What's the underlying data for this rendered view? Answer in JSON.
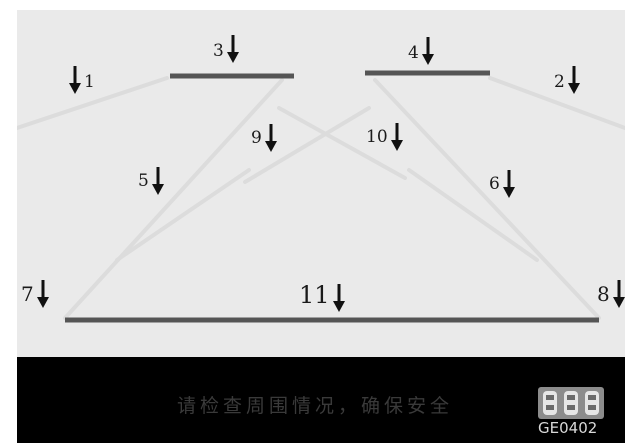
{
  "callouts": {
    "c1": "1",
    "c2": "2",
    "c3": "3",
    "c4": "4",
    "c5": "5",
    "c6": "6",
    "c7": "7",
    "c8": "8",
    "c9": "9",
    "c10": "10",
    "c11": "11"
  },
  "warning_message": "请检查周围情况，确保安全",
  "figure_code": "GE0402",
  "icons": {
    "callout_arrow": "down-arrow-icon",
    "sensor_status": "parking-sensor-icon"
  },
  "colors": {
    "camera_background": "#eaeaea",
    "guide_bar": "#555555",
    "faint_guide_line": "#dcdcdc",
    "display_frame": "#000000",
    "warning_text": "#3a3a3a",
    "sensor_icon_bg": "#8c8c8c"
  }
}
